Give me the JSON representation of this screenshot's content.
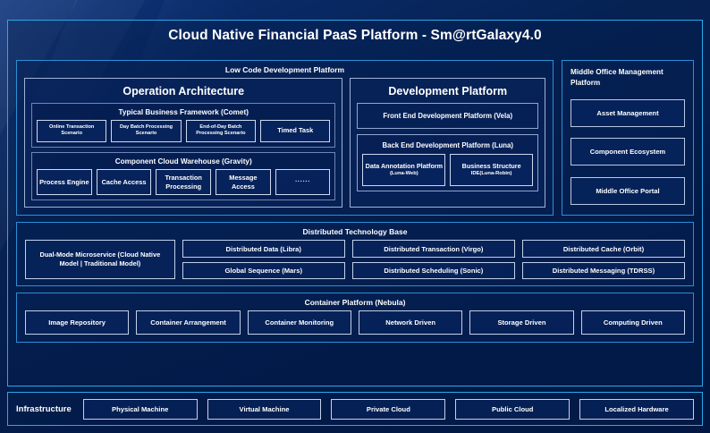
{
  "header": {
    "title": "Cloud Native Financial PaaS Platform - Sm@rtGalaxy4.0"
  },
  "colors": {
    "frame_border": "#29a8e8",
    "panel_border": "#2c8fd6",
    "cell_border": "#c3d1ea",
    "background": "#021a4d",
    "text": "#ffffff"
  },
  "low_code": {
    "title": "Low Code Development Platform",
    "operation_architecture": {
      "title": "Operation Architecture",
      "groups": [
        {
          "title": "Typical Business Framework (Comet)",
          "items": [
            "Online Transaction Scenario",
            "Day Batch Processing Scenario",
            "End-of-Day Batch Processing Scenario",
            "Timed Task"
          ]
        },
        {
          "title": "Component Cloud Warehouse (Gravity)",
          "items": [
            "Process Engine",
            "Cache Access",
            "Transaction Processing",
            "Message Access",
            "······"
          ]
        }
      ]
    },
    "development_platform": {
      "title": "Development Platform",
      "front_end": "Front End Development Platform (Vela)",
      "back_end": {
        "title": "Back End Development Platform (Luna)",
        "items": [
          {
            "name": "Data Annotation Platform",
            "sub": "(Luna-Web)"
          },
          {
            "name": "Business Structure",
            "sub": "IDE(Luna-Robin)"
          }
        ]
      }
    }
  },
  "middle_office": {
    "title": "Middle Office Management Platform",
    "items": [
      "Asset Management",
      "Component Ecosystem",
      "Middle Office Portal"
    ]
  },
  "distributed_tech_base": {
    "title": "Distributed Technology Base",
    "highlight": "Dual-Mode Microservice (Cloud Native Model | Traditional Model)",
    "columns": [
      [
        "Distributed Data (Libra)",
        "Global Sequence (Mars)"
      ],
      [
        "Distributed Transaction (Virgo)",
        "Distributed Scheduling (Sonic)"
      ],
      [
        "Distributed Cache (Orbit)",
        "Distributed Messaging (TDRSS)"
      ]
    ]
  },
  "container_platform": {
    "title": "Container Platform (Nebula)",
    "items": [
      "Image Repository",
      "Container Arrangement",
      "Container Monitoring",
      "Network Driven",
      "Storage Driven",
      "Computing Driven"
    ]
  },
  "infrastructure": {
    "label": "Infrastructure",
    "items": [
      "Physical Machine",
      "Virtual Machine",
      "Private Cloud",
      "Public Cloud",
      "Localized Hardware"
    ]
  }
}
